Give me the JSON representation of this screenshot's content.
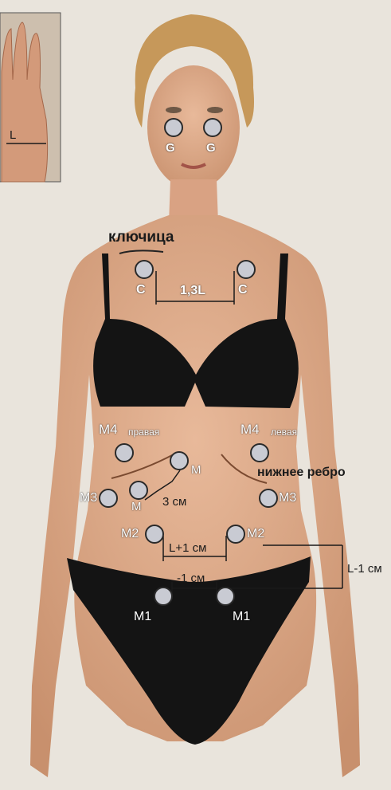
{
  "labels": {
    "inset_l": "L",
    "clavicle": "ключица",
    "c_left": "C",
    "c_right": "C",
    "c_distance": "1,3L",
    "g_left": "G",
    "g_right": "G",
    "m4_right": "M4",
    "m4_right_side": "правая",
    "m4_left": "M4",
    "m4_left_side": "левая",
    "lower_rib": "нижнее ребро",
    "m_upper": "M",
    "m_lower": "M",
    "m_distance": "3 см",
    "m3_left": "M3",
    "m3_right": "M3",
    "m2_left": "M2",
    "m2_right": "M2",
    "m2_distance": "L+1 см",
    "vertical_distance": "L-1 см",
    "m1_distance": "-1 см",
    "m1_left": "M1",
    "m1_right": "M1"
  },
  "colors": {
    "background": "#e9e4dc",
    "skin": "#dca98a",
    "garment": "#141414",
    "point_fill": "#c9cbd3",
    "point_stroke": "#2a2a2a",
    "measure_line": "#1a1a1a"
  },
  "icons": [
    "electrode-point",
    "hand-inset",
    "body-figure"
  ]
}
